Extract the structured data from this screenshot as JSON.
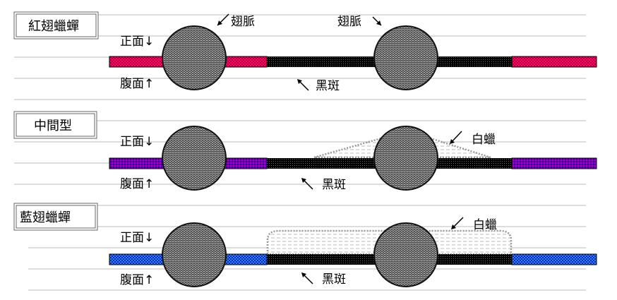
{
  "sections": [
    {
      "title": "紅翅蠟蟬",
      "wing_color": "#ff0066",
      "front_label": "正面↓",
      "ventral_label": "腹面↑",
      "vein_label_left": "翅脈",
      "vein_label_right": "翅脈",
      "spot_label": "黑斑"
    },
    {
      "title": "中間型",
      "wing_color": "#6600cc",
      "front_label": "正面↓",
      "ventral_label": "腹面↑",
      "wax_label": "白蠟",
      "spot_label": "黑斑"
    },
    {
      "title": "藍翅蠟蟬",
      "wing_color": "#1a66ff",
      "front_label": "正面↓",
      "ventral_label": "腹面↑",
      "wax_label": "白蠟",
      "spot_label": "黑斑"
    }
  ]
}
